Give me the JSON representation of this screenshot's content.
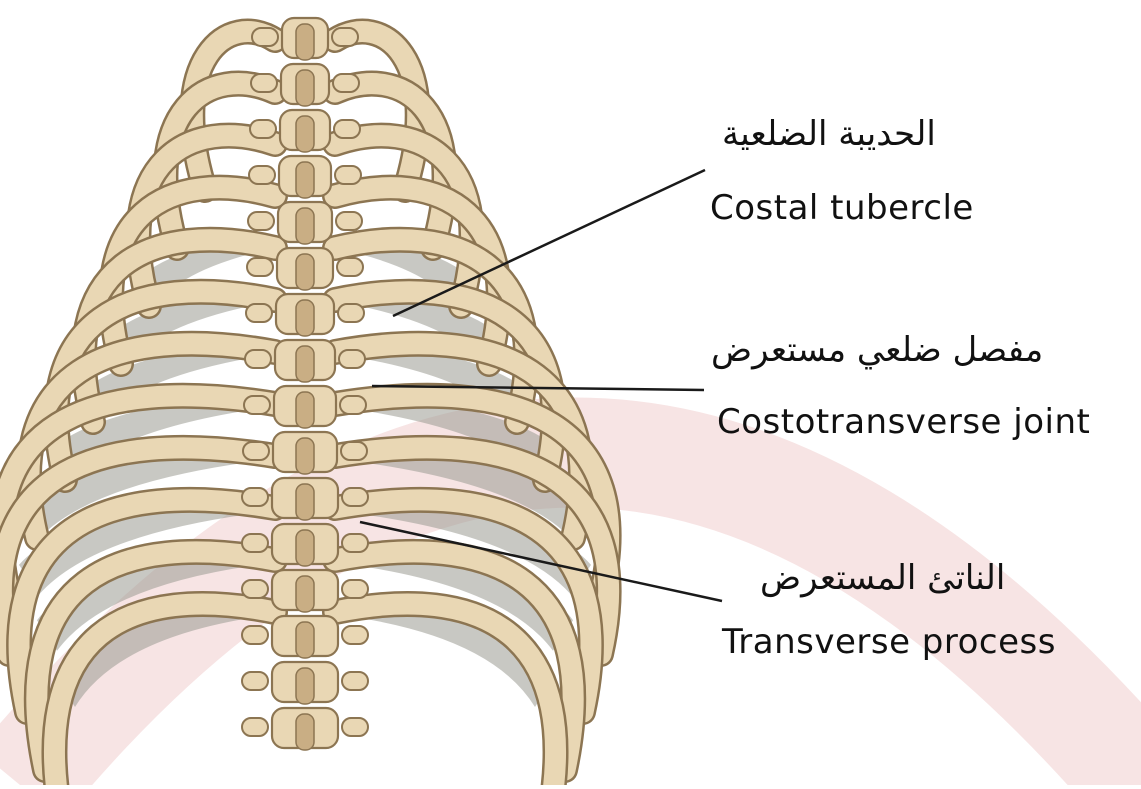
{
  "labels": {
    "costal_tubercle": {
      "ar": "الحديبة الضلعية",
      "en": "Costal tubercle"
    },
    "costotransverse_joint": {
      "ar": "مفصل ضلعي مستعرض",
      "en": "Costotransverse joint"
    },
    "transverse_process": {
      "ar": "الناتئ المستعرض",
      "en": "Transverse process"
    }
  },
  "colors": {
    "bone": "#e9d7b4",
    "bone_shade": "#c9ae84",
    "bone_outline": "#8c7552",
    "cartilage": "#9a9a92",
    "watermark": "#f6e2e2",
    "leader": "#1a1a1a"
  }
}
